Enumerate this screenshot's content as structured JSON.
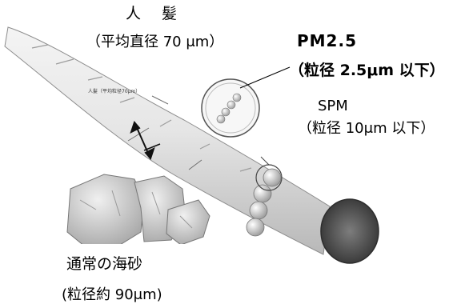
{
  "hair": {
    "title": "人 髪",
    "subtitle": "（平均直径 70 μm）",
    "inline_label": "人髪（平均粒径70μm）"
  },
  "pm25": {
    "title": "PM2.5",
    "subtitle": "（粒径 2.5μm 以下）"
  },
  "spm": {
    "title": "SPM",
    "subtitle": "（粒径 10μm 以下）"
  },
  "sand": {
    "title": "通常の海砂",
    "subtitle": "(粒径約 90μm)"
  }
}
